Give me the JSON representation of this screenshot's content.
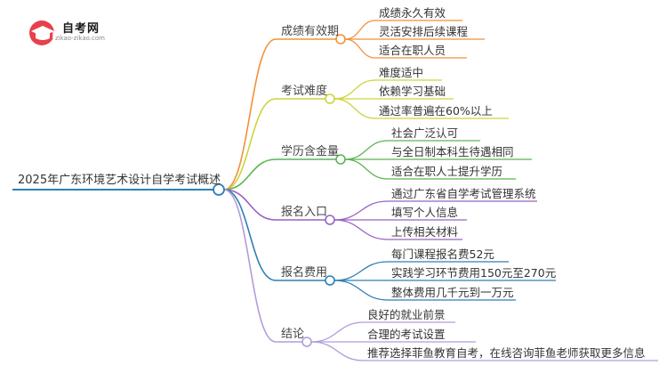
{
  "logo": {
    "title": "自考网",
    "subtitle": "zikao-zikao.com"
  },
  "root": {
    "label": "2025年广东环境艺术设计自学考试概述"
  },
  "branches": [
    {
      "label": "成绩有效期",
      "color": "#f0913a",
      "children": [
        "成绩永久有效",
        "灵活安排后续课程",
        "适合在职人员"
      ]
    },
    {
      "label": "考试难度",
      "color": "#cfd33a",
      "children": [
        "难度适中",
        "依赖学习基础",
        "通过率普遍在60%以上"
      ]
    },
    {
      "label": "学历含金量",
      "color": "#5ab552",
      "children": [
        "社会广泛认可",
        "与全日制本科生待遇相同",
        "适合在职人士提升学历"
      ]
    },
    {
      "label": "报名入口",
      "color": "#9a62c4",
      "children": [
        "通过广东省自学考试管理系统",
        "填写个人信息",
        "上传相关材料"
      ]
    },
    {
      "label": "报名费用",
      "color": "#2e7fb5",
      "children": [
        "每门课程报名费52元",
        "实践学习环节费用150元至270元",
        "整体费用几千元到一万元"
      ]
    },
    {
      "label": "结论",
      "color": "#b39bd9",
      "children": [
        "良好的就业前景",
        "合理的考试设置",
        "推荐选择菲鱼教育自考，在线咨询菲鱼老师获取更多信息"
      ]
    }
  ]
}
